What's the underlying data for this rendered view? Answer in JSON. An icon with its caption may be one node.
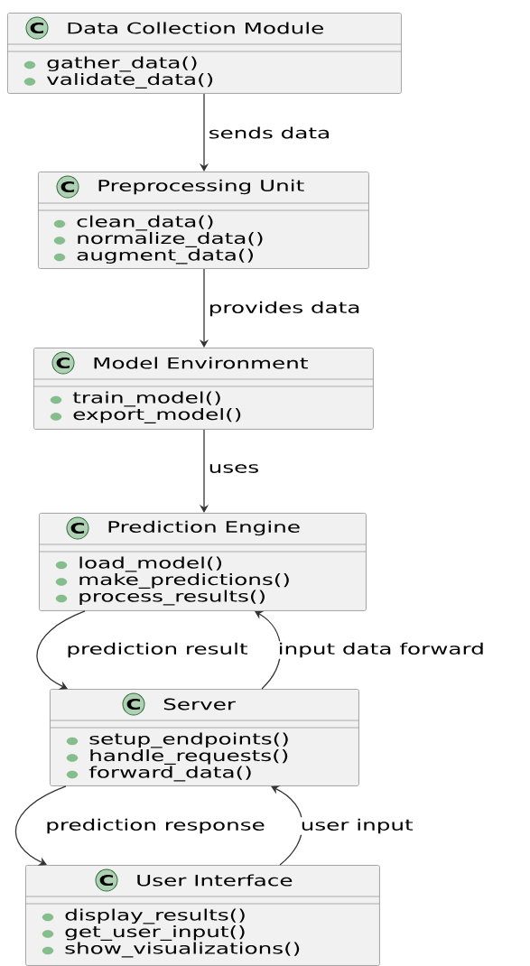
{
  "diagram": {
    "nodes": [
      {
        "text": [
          "C",
          "Data Collection Module",
          "gather_data()",
          "validate_data()"
        ]
      },
      {
        "text": [
          "C",
          "Preprocessing Unit",
          "clean_data()",
          "normalize_data()",
          "augment_data()"
        ]
      },
      {
        "text": [
          "C",
          "Model Environment",
          "train_model()",
          "export_model()"
        ]
      },
      {
        "text": [
          "C",
          "Prediction Engine",
          "load_model()",
          "make_predictions()",
          "process_results()"
        ]
      },
      {
        "text": [
          "C",
          "Server",
          "setup_endpoints()",
          "handle_requests()",
          "forward_data()"
        ]
      },
      {
        "text": [
          "C",
          "User Interface",
          "display_results()",
          "get_user_input()",
          "show_visualizations()"
        ]
      }
    ],
    "edges": [
      {
        "from": 0,
        "to": 1,
        "arrow": "to",
        "label": "sends data"
      },
      {
        "from": 1,
        "to": 2,
        "arrow": "to",
        "label": "provides data"
      },
      {
        "from": 2,
        "to": 3,
        "arrow": "to",
        "label": "uses"
      },
      {
        "from": 3,
        "to": 4,
        "arrow": "to",
        "label": "prediction result"
      },
      {
        "from": 4,
        "to": 3,
        "arrow": "to",
        "label": "input data forward"
      },
      {
        "from": 4,
        "to": 5,
        "arrow": "to",
        "label": "prediction response"
      },
      {
        "from": 5,
        "to": 4,
        "arrow": "to",
        "label": "user input"
      }
    ]
  }
}
